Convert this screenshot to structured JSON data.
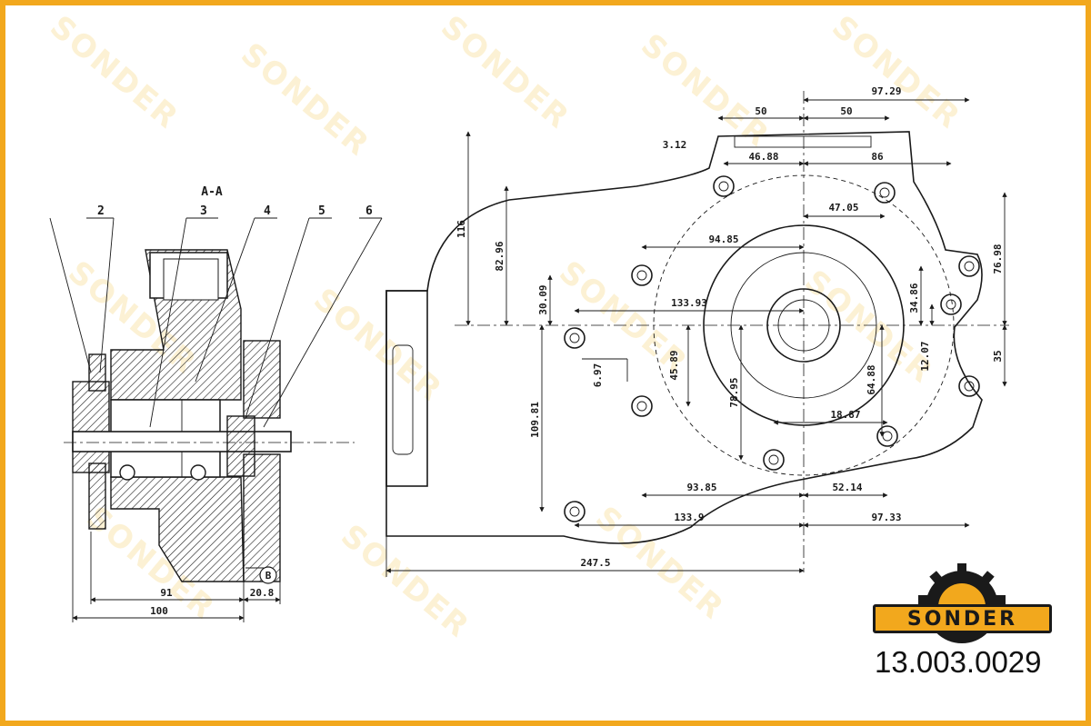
{
  "section_label": "A-A",
  "callouts": [
    "2",
    "3",
    "4",
    "5",
    "6"
  ],
  "view_marker": "B",
  "dimensions": {
    "d_97_29": "97.29",
    "d_50_left": "50",
    "d_50_right": "50",
    "d_3_12": "3.12",
    "d_46_88": "46.88",
    "d_86": "86",
    "d_47_05": "47.05",
    "d_116": "116",
    "d_82_96": "82.96",
    "d_94_85": "94.85",
    "d_76_98": "76.98",
    "d_30_09": "30.09",
    "d_133_93": "133.93",
    "d_34_86": "34.86",
    "d_12_07": "12.07",
    "d_35": "35",
    "d_6_97": "6.97",
    "d_45_89": "45.89",
    "d_109_81": "109.81",
    "d_78_95": "78.95",
    "d_64_88": "64.88",
    "d_18_87": "18.87",
    "d_93_85": "93.85",
    "d_52_14": "52.14",
    "d_133_9": "133.9",
    "d_97_33": "97.33",
    "d_247_5": "247.5",
    "d_91": "91",
    "d_20_8": "20.8",
    "d_100": "100"
  },
  "brand": {
    "name": "SONDER",
    "watermark": "SONDER",
    "part_number": "13.003.0029",
    "accent_color": "#f2a81d"
  }
}
